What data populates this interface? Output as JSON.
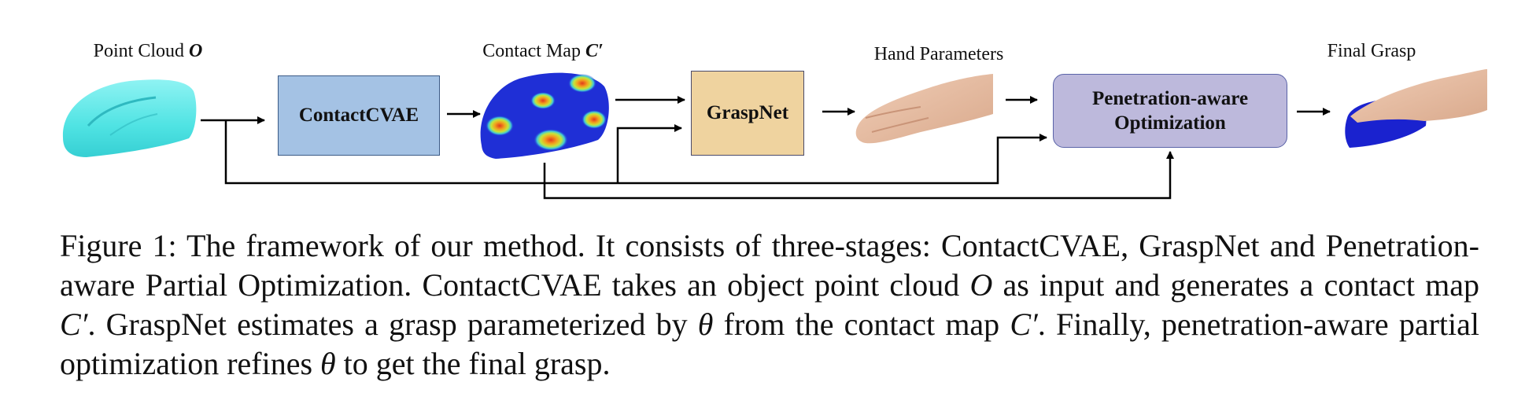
{
  "labels": {
    "point_cloud": "Point Cloud",
    "point_cloud_symbol": "O",
    "contact_map": "Contact Map",
    "contact_map_symbol": "C′",
    "hand_parameters": "Hand Parameters",
    "final_grasp": "Final Grasp"
  },
  "boxes": {
    "contact_cvae": "ContactCVAE",
    "graspnet": "GraspNet",
    "optimization_line1": "Penetration-aware",
    "optimization_line2": "Optimization"
  },
  "colors": {
    "contact_cvae_fill": "#a4c2e4",
    "graspnet_fill": "#efd39f",
    "optimization_fill": "#bdb9dc",
    "point_cloud": "#4fe3e3",
    "skin": "#e7bfa6",
    "contact_map_base": "#1f2fd6",
    "contact_hotspot": "#e23a1c",
    "grasp_object": "#1a22cf"
  },
  "caption": {
    "p1": "Figure 1: The framework of our method. It consists of three-stages: ContactCVAE, GraspNet and Penetration-aware Partial Optimization. ContactCVAE takes an object point cloud ",
    "v1": "O",
    "p2": " as input and generates a contact map ",
    "v2": "C′",
    "p3": ". GraspNet estimates a grasp parameterized by ",
    "v3": "θ",
    "p4": " from the contact map ",
    "v4": "C′",
    "p5": ". Finally, penetration-aware partial optimization refines ",
    "v5": "θ",
    "p6": " to get the final grasp."
  }
}
